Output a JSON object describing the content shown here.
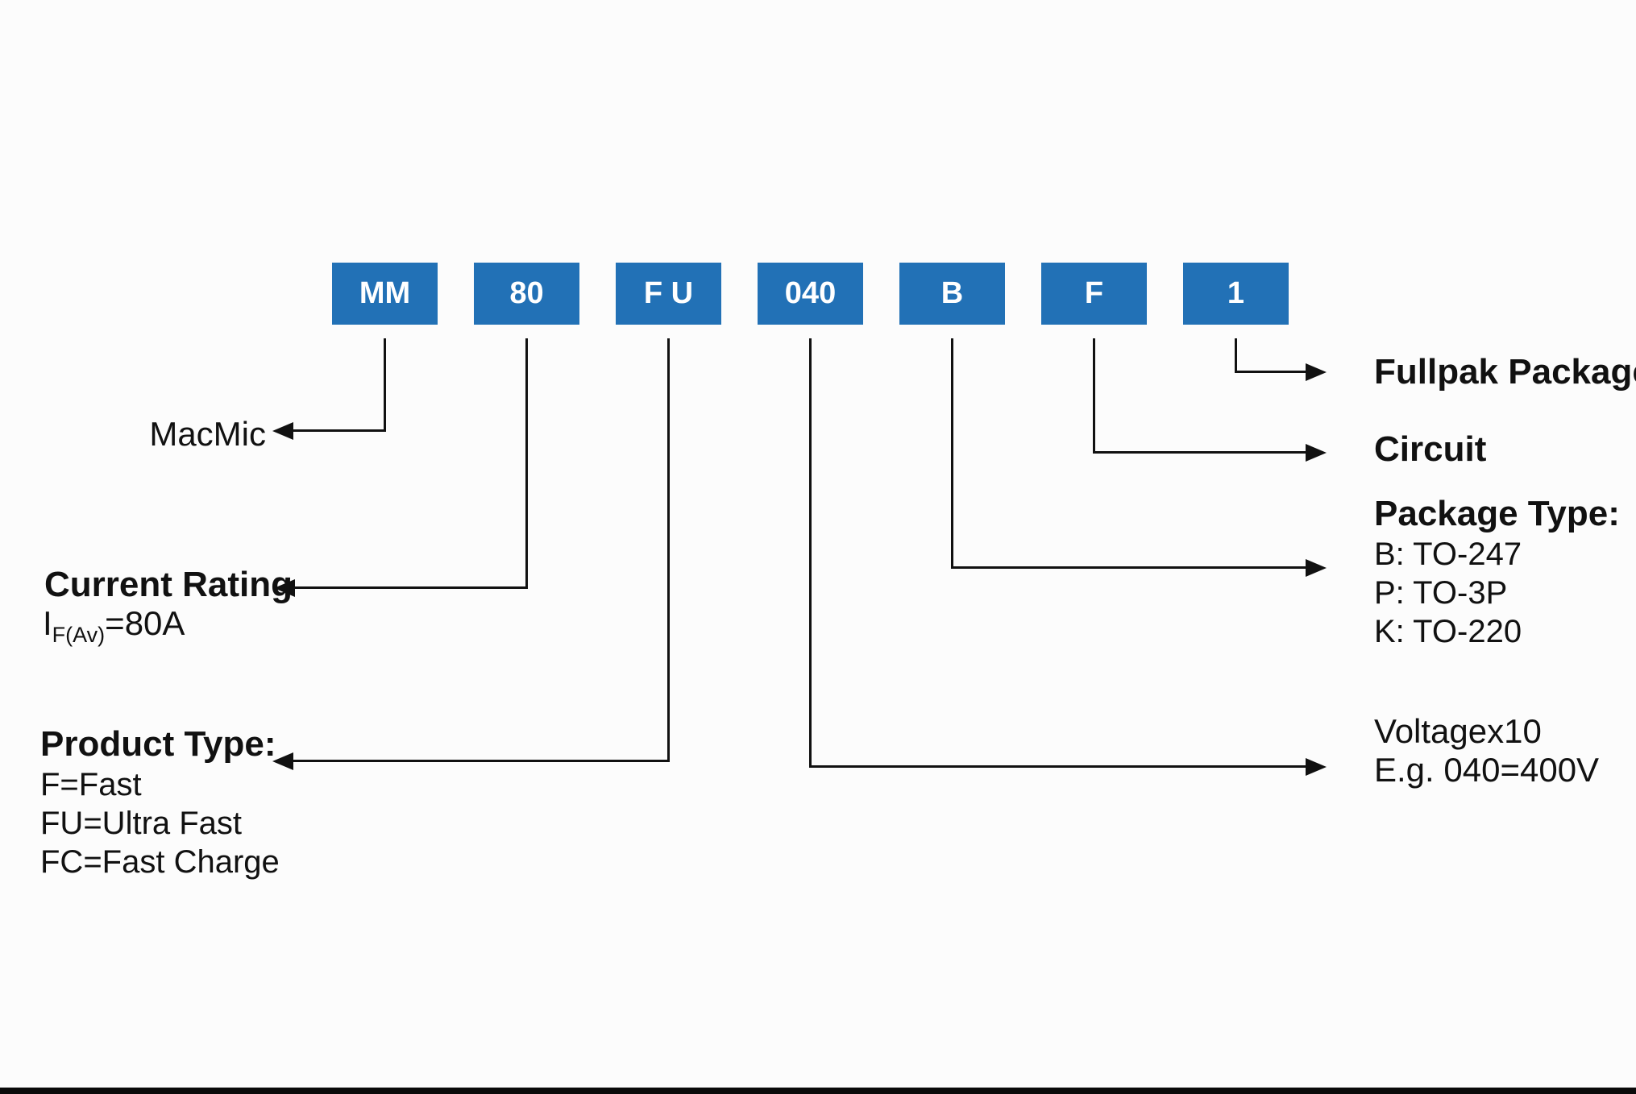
{
  "part_number": {
    "segments": [
      "MM",
      "80",
      "F U",
      "040",
      "B",
      "F",
      "1"
    ]
  },
  "annotations": {
    "macmic": {
      "label": "MacMic"
    },
    "current_rating": {
      "title": "Current Rating",
      "symbol": "I",
      "symbol_sub": "F(Av)",
      "value": "=80A"
    },
    "product_type": {
      "title": "Product Type:",
      "options": [
        "F=Fast",
        "FU=Ultra Fast",
        "FC=Fast Charge"
      ]
    },
    "fullpak": {
      "title": "Fullpak Package"
    },
    "circuit": {
      "title": "Circuit"
    },
    "package_type": {
      "title": "Package Type:",
      "options": [
        "B: TO-247",
        "P: TO-3P",
        "K: TO-220"
      ]
    },
    "voltage": {
      "line1": "Voltagex10",
      "line2": "E.g. 040=400V"
    }
  },
  "colors": {
    "segment_blue": "#2271B6",
    "text": "#111111",
    "line": "#111111",
    "footer_bar": "#0A0A0A",
    "background": "#FCFCFC"
  }
}
